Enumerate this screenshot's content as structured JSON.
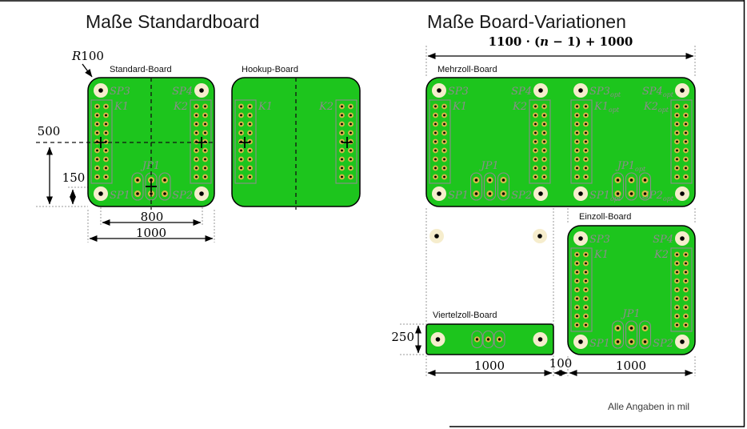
{
  "titles": {
    "left": "Maße Standardboard",
    "right": "Maße Board-Variationen"
  },
  "note": "Alle Angaben in mil",
  "colors": {
    "board_green": "#1DC51D",
    "board_outline": "#000000",
    "pad_ring": "#D9B84C",
    "pad_hole": "#000000",
    "mount_pad": "#F6EDCD",
    "silk_gray": "#8C8C8C",
    "dim_line": "#000000",
    "ext_line": "#9A9A9A"
  },
  "dims": {
    "r100_var": "R",
    "r100_val": "100",
    "d500": "500",
    "d150": "150",
    "d800": "800",
    "d1000": "1000",
    "formula_pre": "1100 · (",
    "formula_var": "n",
    "formula_post": " − 1) + 1000",
    "d250": "250",
    "bottom_left_1000": "1000",
    "gap_100": "100",
    "bottom_right_1000": "1000"
  },
  "boards": [
    {
      "id": "standard",
      "label": "Standard-Board",
      "cells": [
        {
          "sub": "",
          "labels": {
            "sp3": "SP3",
            "sp4": "SP4",
            "k1": "K1",
            "k2": "K2",
            "jp1": "JP1",
            "sp1": "SP1",
            "sp2": "SP2"
          }
        }
      ]
    },
    {
      "id": "hookup",
      "label": "Hookup-Board",
      "cells": [
        {
          "sub": "",
          "labels": {
            "k1": "K1",
            "k2": "K2"
          }
        }
      ]
    },
    {
      "id": "mehrzoll",
      "label": "Mehrzoll-Board",
      "cells": [
        {
          "sub": "",
          "labels": {
            "sp3": "SP3",
            "sp4": "SP4",
            "k1": "K1",
            "k2": "K2",
            "jp1": "JP1",
            "sp1": "SP1",
            "sp2": "SP2"
          }
        },
        {
          "sub": "opt",
          "labels": {
            "sp3": "SP3",
            "sp4": "SP4",
            "k1": "K1",
            "k2": "K2",
            "jp1": "JP1",
            "sp1": "SP1",
            "sp2": "SP2"
          }
        }
      ]
    },
    {
      "id": "einzoll",
      "label": "Einzoll-Board",
      "cells": [
        {
          "sub": "",
          "labels": {
            "sp3": "SP3",
            "sp4": "SP4",
            "k1": "K1",
            "k2": "K2",
            "jp1": "JP1",
            "sp1": "SP1",
            "sp2": "SP2"
          }
        }
      ]
    },
    {
      "id": "viertelzoll",
      "label": "Viertelzoll-Board",
      "cells": []
    }
  ]
}
